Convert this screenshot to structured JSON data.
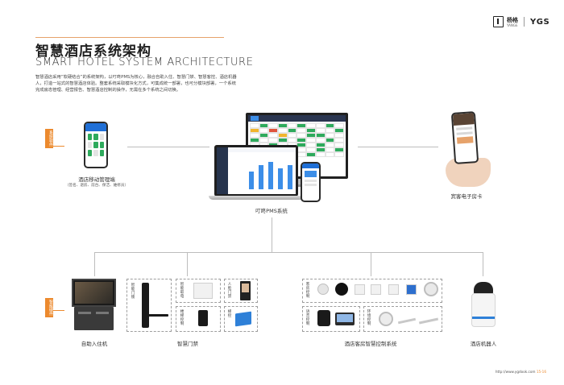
{
  "brand": {
    "name_cn": "杨格",
    "name_sub": "YANGE",
    "mark": "YGS"
  },
  "header": {
    "title_cn": "智慧酒店系统架构",
    "title_en": "SMART HOTEL SYSTEM ARCHITECTURE",
    "intro": "智慧酒店采用“软硬结合”的系统架构，以叮咚PMS为核心，融合自助入住、智慧门禁、智慧客控、酒店机器人，打造一站式的智慧酒店体验。整套系统采取模块化方式，可集成统一部署，也可分模块部署，一个系统完成房态管理、经营报告、智慧酒店控制的操作，无需在多个系统之间切换。"
  },
  "tags": {
    "software": "系统软件",
    "hardware": "智能硬件"
  },
  "nodes": {
    "mobile_app": "酒店移动管理端",
    "mobile_app_sub": "（签名、退房、前台、保洁、維修员）",
    "pms": "叮咚PMS系统",
    "e_card": "宾客电子房卡",
    "self_checkin": "自助入住机",
    "smart_door": "智慧门禁",
    "room_control": "酒店客房智慧控制系统",
    "robot": "酒店机器人"
  },
  "door_items": {
    "lock": "智能门锁",
    "power": "智能取电",
    "face": "人脸门禁",
    "switch": "楼梯控制",
    "elevator": "梯控"
  },
  "control_items": {
    "main": "客房控制",
    "voice": "语音控制",
    "env": "环境控制"
  },
  "footer": {
    "url": "http://www.ygdook.com",
    "page": "15-16"
  },
  "colors": {
    "accent": "#ec8a2e",
    "screen_blue": "#1f6fd6",
    "line": "#bdbdbd"
  }
}
